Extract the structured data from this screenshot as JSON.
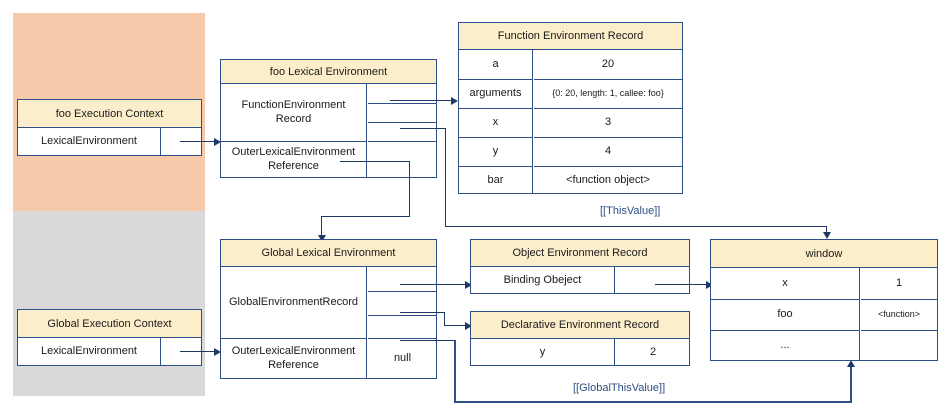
{
  "diagram": {
    "title": "JavaScript Execution Context and Lexical Environment diagram",
    "colors": {
      "foo_panel": "#f7c9ab",
      "global_panel": "#d9d9d9",
      "header_fill": "#fdeecb",
      "border": "#2e4f85",
      "connector": "#1f3864",
      "edge_label": "#2e4f85"
    }
  },
  "panels": {
    "foo_context_panel": "",
    "global_context_panel": ""
  },
  "foo_execution_context": {
    "title": "foo Execution Context",
    "rows": [
      {
        "label": "LexicalEnvironment",
        "value": ""
      }
    ]
  },
  "global_execution_context": {
    "title": "Global Execution Context",
    "rows": [
      {
        "label": "LexicalEnvironment",
        "value": ""
      }
    ]
  },
  "foo_lexical_environment": {
    "title": "foo Lexical Environment",
    "rows": [
      {
        "label": "FunctionEnvironment\nRecord",
        "slots": [
          "",
          "",
          ""
        ]
      },
      {
        "label": "OuterLexicalEnvironment\nReference",
        "value": ""
      }
    ],
    "record_label": "FunctionEnvironment Record",
    "record_label_line1": "FunctionEnvironment",
    "record_label_line2": "Record",
    "outer_label_line1": "OuterLexicalEnvironment",
    "outer_label_line2": "Reference",
    "outer_value": ""
  },
  "global_lexical_environment": {
    "title": "Global Lexical Environment",
    "record_label": "GlobalEnvironmentRecord",
    "outer_label_line1": "OuterLexicalEnvironment",
    "outer_label_line2": "Reference",
    "outer_value": "null"
  },
  "function_environment_record": {
    "title": "Function Environment Record",
    "rows": [
      {
        "key": "a",
        "value": "20"
      },
      {
        "key": "arguments",
        "value": "{0: 20, length: 1, callee: foo}"
      },
      {
        "key": "x",
        "value": "3"
      },
      {
        "key": "y",
        "value": "4"
      },
      {
        "key": "bar",
        "value": "<function object>"
      }
    ]
  },
  "object_environment_record": {
    "title": "Object Environment Record",
    "rows": [
      {
        "key": "Binding Obeject",
        "value": ""
      }
    ]
  },
  "declarative_environment_record": {
    "title": "Declarative Environment Record",
    "rows": [
      {
        "key": "y",
        "value": "2"
      }
    ]
  },
  "window_object": {
    "title": "window",
    "rows": [
      {
        "key": "x",
        "value": "1"
      },
      {
        "key": "foo",
        "value": "<function>"
      },
      {
        "key": "...",
        "value": ""
      }
    ]
  },
  "edge_labels": {
    "this_value": "[[ThisValue]]",
    "global_this_value": "[[GlobalThisValue]]"
  }
}
